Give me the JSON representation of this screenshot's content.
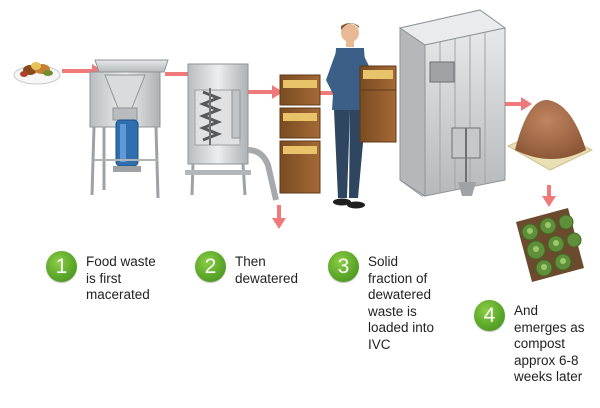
{
  "colors": {
    "badge_green": "#5da82a",
    "arrow_red": "#f07a7a",
    "text": "#222222",
    "machine_grey": "#c9ccce",
    "compost_brown": "#9a6440",
    "crate_brown": "#8b5a2b"
  },
  "steps": [
    {
      "number": "1",
      "text": "Food waste\nis first\nmacerated"
    },
    {
      "number": "2",
      "text": "Then\ndewatered"
    },
    {
      "number": "3",
      "text": "Solid\nfraction of\ndewatered\nwaste is\nloaded into\nIVC"
    },
    {
      "number": "4",
      "text": "And\nemerges as\ncompost\napprox 6-8\nweeks later"
    }
  ],
  "icons": [
    "food-plate-icon",
    "macerator-icon",
    "dewatering-screw-press-icon",
    "crate-icon",
    "worker-icon",
    "in-vessel-composter-icon",
    "compost-pile-icon",
    "cabbage-crop-icon"
  ]
}
